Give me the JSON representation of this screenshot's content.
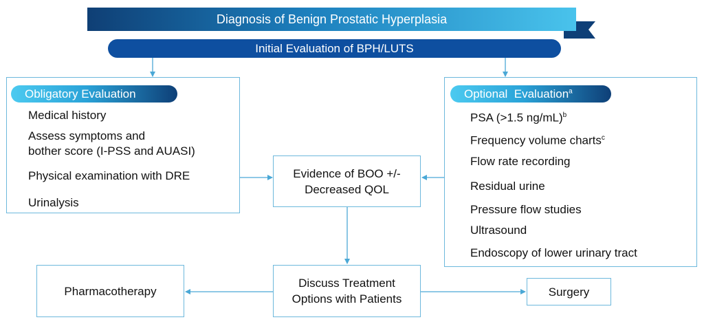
{
  "title": "Diagnosis of Benign Prostatic Hyperplasia",
  "initial_evaluation": "Initial Evaluation of BPH/LUTS",
  "obligatory": {
    "heading": "Obligatory Evaluation",
    "items": [
      "Medical history",
      "Assess symptoms and",
      "bother score (I-PSS and AUASI)",
      "Physical examination with DRE",
      "Urinalysis"
    ]
  },
  "optional": {
    "heading": "Optional  Evaluation",
    "heading_sup": "a",
    "items": [
      {
        "text": "PSA (>1.5 ng/mL)",
        "sup": "b"
      },
      {
        "text": "Frequency volume charts",
        "sup": "c"
      },
      {
        "text": "Flow rate recording",
        "sup": ""
      },
      {
        "text": "Residual urine",
        "sup": ""
      },
      {
        "text": "Pressure flow studies",
        "sup": ""
      },
      {
        "text": "Ultrasound",
        "sup": ""
      },
      {
        "text": "Endoscopy of lower urinary tract",
        "sup": ""
      }
    ]
  },
  "evidence": {
    "line1": "Evidence of BOO +/-",
    "line2": "Decreased QOL"
  },
  "discuss": {
    "line1": "Discuss Treatment",
    "line2": "Options with Patients"
  },
  "pharmacotherapy": "Pharmacotherapy",
  "surgery": "Surgery",
  "colors": {
    "banner_dark": "#0f3f75",
    "banner_light": "#49c3ec",
    "bar": "#0e4fa0",
    "line": "#4aa8d6",
    "border": "#6cb8dc"
  }
}
